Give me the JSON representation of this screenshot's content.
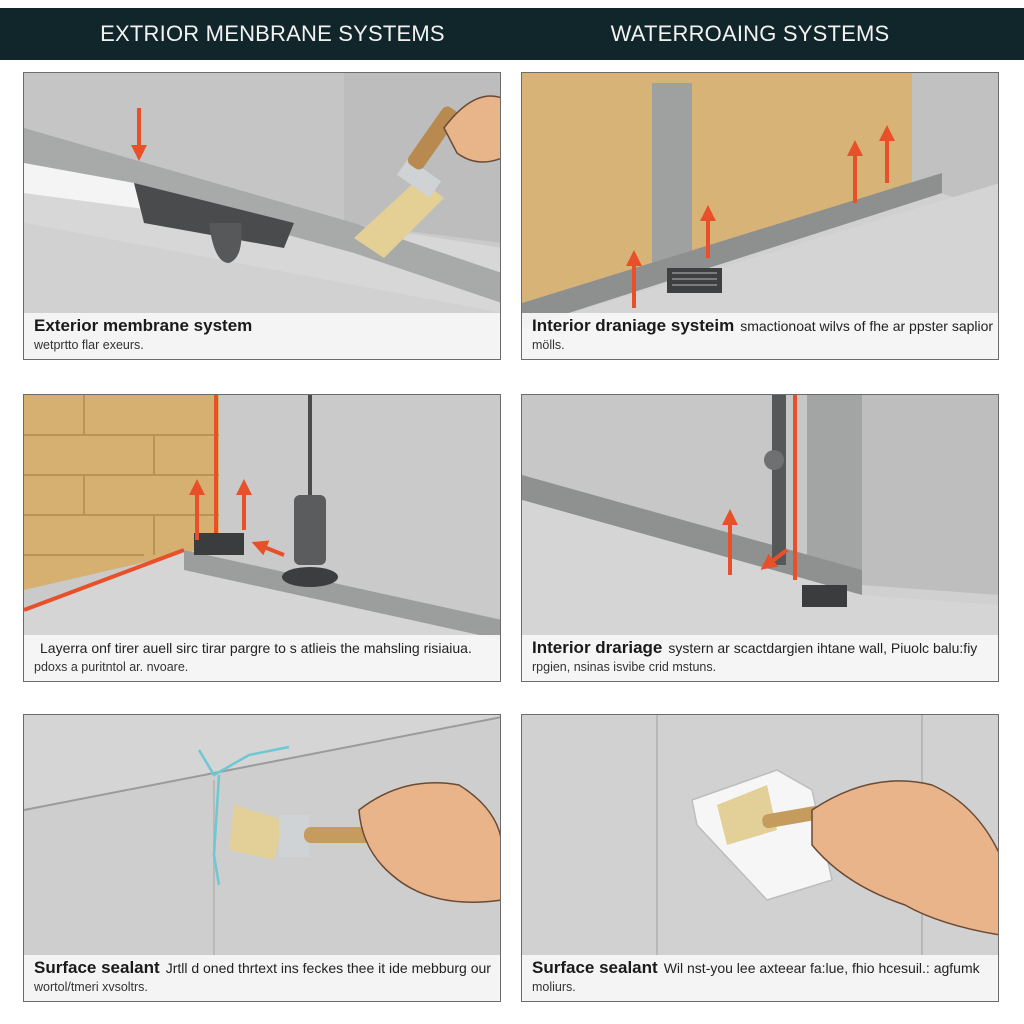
{
  "header": {
    "left_title": "EXTRIOR MENBRANE SYSTEMS",
    "right_title": "WATERROAING SYSTEMS"
  },
  "panels": [
    {
      "title": "Exterior membrane system",
      "desc_line1": "",
      "desc_line2": "wetprtto flar exeurs."
    },
    {
      "title": "Interior draniage systeim",
      "desc_line1": "smactionoat wilvs of fhe ar ppster saplior",
      "desc_line2": "mölls."
    },
    {
      "title": "",
      "desc_line1": "Layerra onf tirer auell sirc tirar pargre to s atlieis the mahsling risiaiua.",
      "desc_line2": "pdoxs a puritntol ar. nvoare."
    },
    {
      "title": "Interior drariage",
      "desc_line1": "systern ar scactdargien ihtane wall, Piuolc balu:fiy",
      "desc_line2": "rpgien, nsinas isvibe crid mstuns."
    },
    {
      "title": "Surface sealant",
      "desc_line1": "Jrtll d oned thrtext ins feckes thee it ide mebburg our",
      "desc_line2": "wortol/tmeri xvsoltrs."
    },
    {
      "title": "Surface sealant",
      "desc_line1": "Wil nst-you lee axteear fa:lue, fhio hcesuil.: agfumk",
      "desc_line2": "moliurs."
    }
  ],
  "colors": {
    "header_bg": "#10262a",
    "arrow": "#e8502a",
    "concrete": "#cfd0cf",
    "tan_wall": "#d8b377"
  },
  "icons": [
    "paintbrush-icon",
    "hand-icon",
    "drain-grate-icon",
    "drain-pipe-icon",
    "up-arrow-icon",
    "down-arrow-icon"
  ]
}
